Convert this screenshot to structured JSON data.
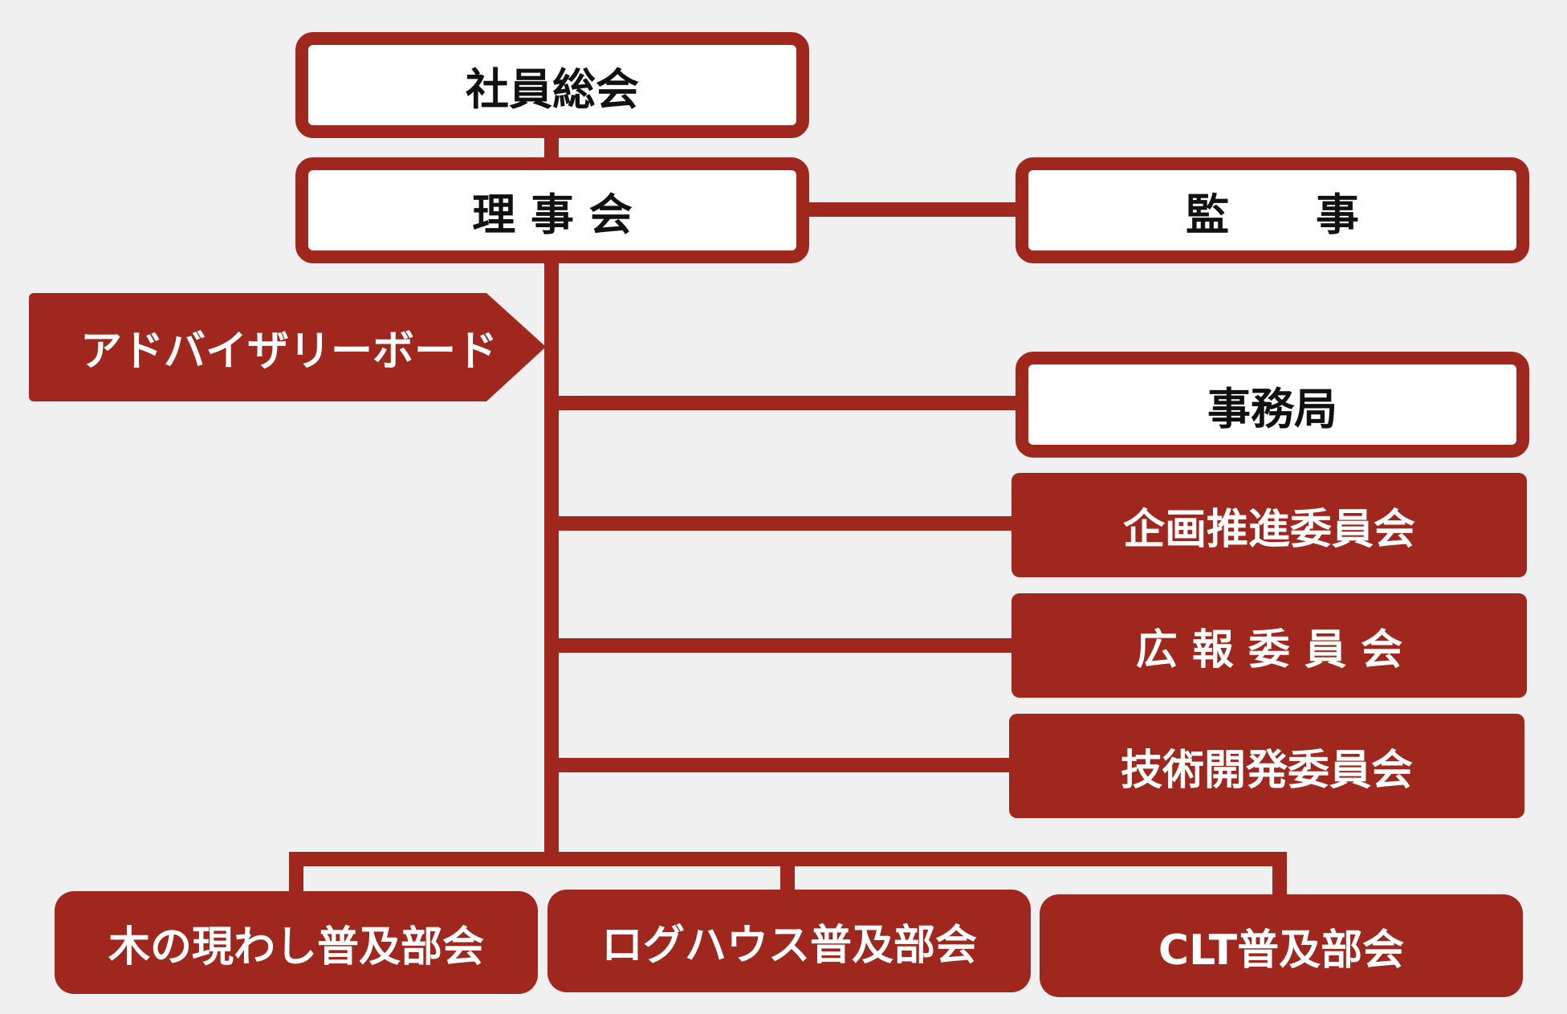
{
  "org": {
    "general_meeting": "社員総会",
    "board": "理 事 会",
    "auditor": "監　　事",
    "advisory": "アドバイザリーボード",
    "secretariat": "事務局",
    "committees": [
      "企画推進委員会",
      "広 報 委 員 会",
      "技術開発委員会"
    ],
    "divisions": [
      "木の現わし普及部会",
      "ログハウス普及部会",
      "CLT普及部会"
    ]
  },
  "colors": {
    "accent": "#a0271e",
    "background": "#f0f0f0",
    "box_fill": "#ffffff"
  }
}
